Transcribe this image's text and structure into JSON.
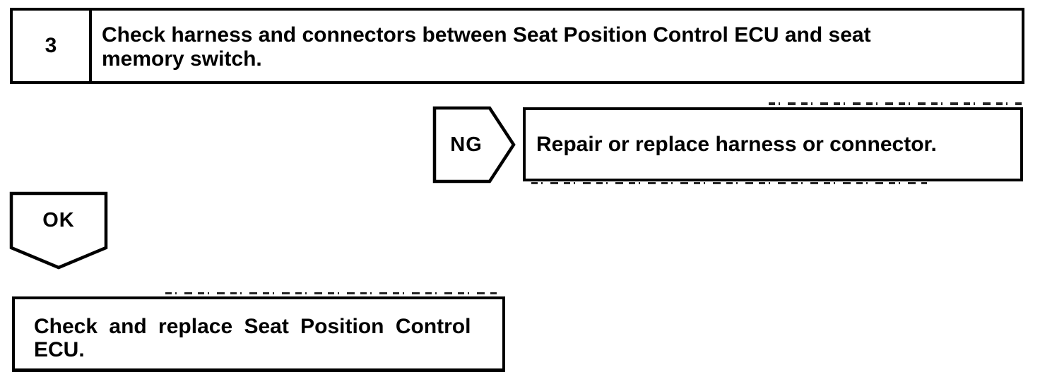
{
  "colors": {
    "ink": "#000000",
    "paper": "#ffffff"
  },
  "flowchart": {
    "step": {
      "number": "3",
      "instruction_lines": [
        "Check harness and connectors between Seat Position Control ECU and seat",
        "memory switch."
      ]
    },
    "ng_branch": {
      "label": "NG",
      "action": "Repair or replace harness or connector."
    },
    "ok_branch": {
      "label": "OK",
      "action_lines": [
        "Check and replace Seat Position Control",
        "ECU."
      ]
    }
  }
}
